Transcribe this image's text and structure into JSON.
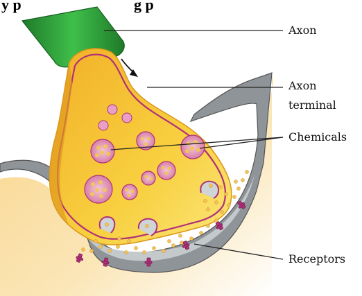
{
  "title_fragment": "y p",
  "title_fragment_2": "g p",
  "labels": {
    "axon": "Axon",
    "axon_terminal_1": "Axon",
    "axon_terminal_2": "terminal",
    "chemicals": "Chemicals",
    "receptors": "Receptors"
  },
  "colors": {
    "axon_green": "#2f9e3a",
    "terminal_yellow": "#f5c02a",
    "terminal_edge": "#e6a11a",
    "membrane_pink": "#b0307a",
    "cleft_gray": "#9aa0a4",
    "receptor_magenta": "#b0307a",
    "vesicle_pink": "#e9a0c7",
    "chemical_dot": "#f4c35a"
  }
}
